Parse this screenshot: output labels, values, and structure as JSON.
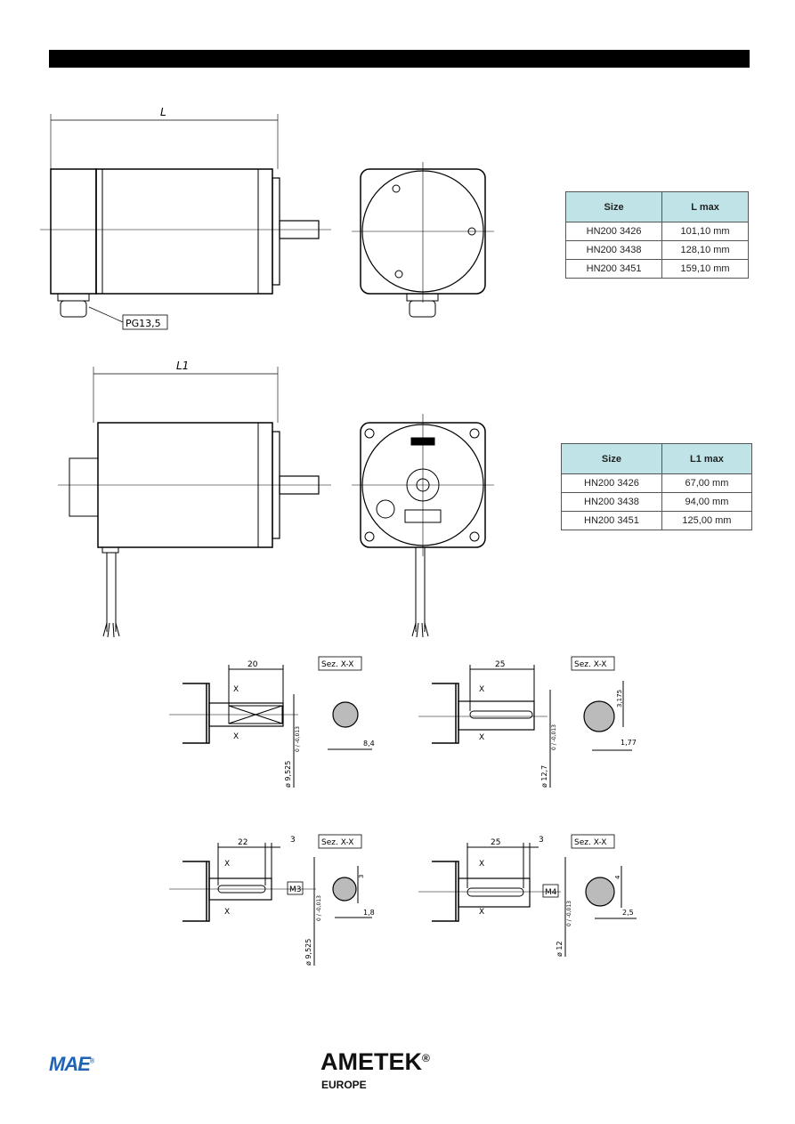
{
  "drawing_top": {
    "dim_label": "L",
    "gland_label": "PG13,5"
  },
  "table_l": {
    "headers": [
      "Size",
      "L max"
    ],
    "rows": [
      [
        "HN200 3426",
        "101,10 mm"
      ],
      [
        "HN200 3438",
        "128,10 mm"
      ],
      [
        "HN200 3451",
        "159,10 mm"
      ]
    ]
  },
  "drawing_mid": {
    "dim_label": "L1"
  },
  "table_l1": {
    "headers": [
      "Size",
      "L1 max"
    ],
    "rows": [
      [
        "HN200 3426",
        "67,00 mm"
      ],
      [
        "HN200 3438",
        "94,00 mm"
      ],
      [
        "HN200 3451",
        "125,00 mm"
      ]
    ]
  },
  "shafts": [
    {
      "length": "20",
      "section": "Sez. X-X",
      "diameter": "ø 9,525",
      "tol": "0 / -0,013",
      "flat": "8,4",
      "x": "X"
    },
    {
      "length": "25",
      "section": "Sez. X-X",
      "diameter": "ø 12,7",
      "tol": "0 / -0,013",
      "key_w": "3,175",
      "key_d": "1,77",
      "x": "X"
    },
    {
      "length": "22",
      "extra": "3",
      "thread": "M3",
      "section": "Sez. X-X",
      "diameter": "ø 9,525",
      "tol": "0 / -0,013",
      "key_w": "3",
      "key_d": "1,8",
      "x": "X"
    },
    {
      "length": "25",
      "extra": "3",
      "thread": "M4",
      "section": "Sez. X-X",
      "diameter": "ø 12",
      "tol": "0 / -0,013",
      "key_w": "4",
      "key_d": "2,5",
      "x": "X"
    }
  ],
  "footer": {
    "mae_logo": "MAE",
    "ametek_logo": "AMETEK",
    "registered": "®",
    "europe": "EUROPE"
  },
  "colors": {
    "table_header": "#bfe3e6",
    "mae_blue": "#1f63b8"
  }
}
